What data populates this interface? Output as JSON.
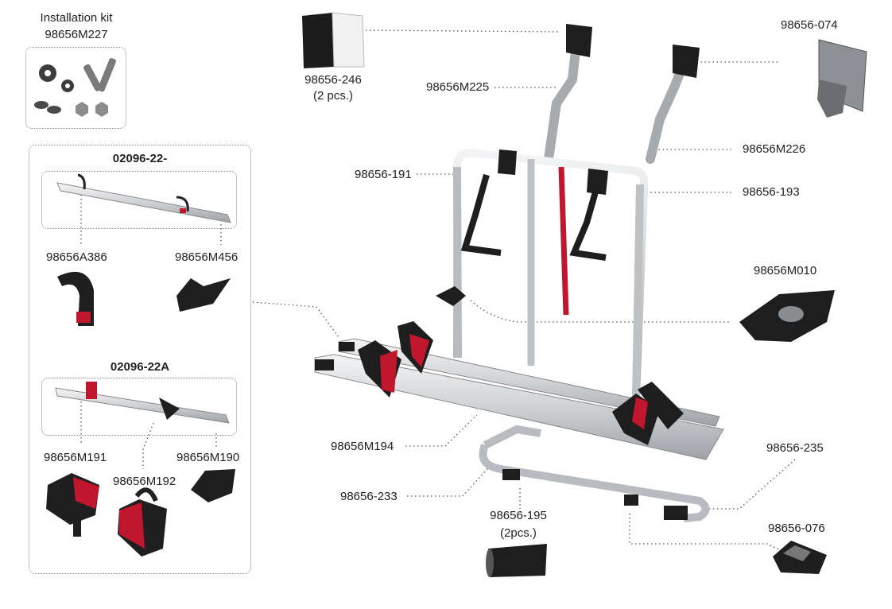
{
  "install_kit": {
    "title": "Installation kit",
    "code": "98656M227"
  },
  "sets": [
    {
      "code": "02096-22-",
      "parts": [
        "98656A386",
        "98656M456"
      ]
    },
    {
      "code": "02096-22A",
      "parts": [
        "98656M191",
        "98656M192",
        "98656M190"
      ]
    }
  ],
  "callouts": {
    "strip_pad": {
      "code": "98656-246",
      "qty": "(2 pcs.)"
    },
    "upper_tube": "98656M225",
    "clamp_top": "98656-074",
    "upper_tube_right": "98656M226",
    "frame_left": "98656-191",
    "frame_right": "98656-193",
    "wheel_holder": "98656M010",
    "rails": "98656M194",
    "bottom_tube": "98656-233",
    "spacer": {
      "code": "98656-195",
      "qty": "(2pcs.)"
    },
    "bottom_right": "98656-235",
    "clamp_bottom": "98656-076"
  },
  "colors": {
    "accent_red": "#c1172e",
    "metal": "#d6d8db",
    "dark": "#1e1e1e"
  }
}
